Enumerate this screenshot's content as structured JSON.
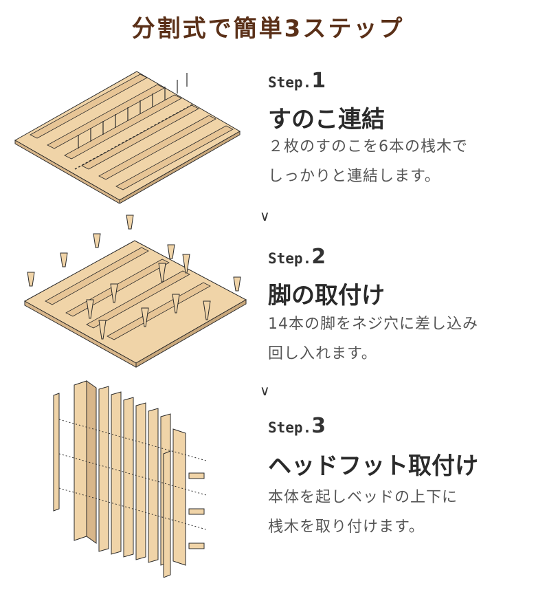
{
  "title": "分割式で簡単3ステップ",
  "colors": {
    "title": "#5a3018",
    "wood": "#f0d4a8",
    "wood_dark": "#c9a87c",
    "outline": "#2a2a2a"
  },
  "steps": [
    {
      "label_prefix": "Step.",
      "label_number": "1",
      "heading": "すのこ連結",
      "description_lines": [
        "２枚のすのこを6本の桟木で",
        "しっかりと連結します。"
      ]
    },
    {
      "label_prefix": "Step.",
      "label_number": "2",
      "heading": "脚の取付け",
      "description_lines": [
        "14本の脚をネジ穴に差し込み",
        "回し入れます。"
      ]
    },
    {
      "label_prefix": "Step.",
      "label_number": "3",
      "heading": "ヘッドフット取付け",
      "description_lines": [
        "本体を起しベッドの上下に",
        "桟木を取り付けます。"
      ]
    }
  ],
  "separator": "∨"
}
